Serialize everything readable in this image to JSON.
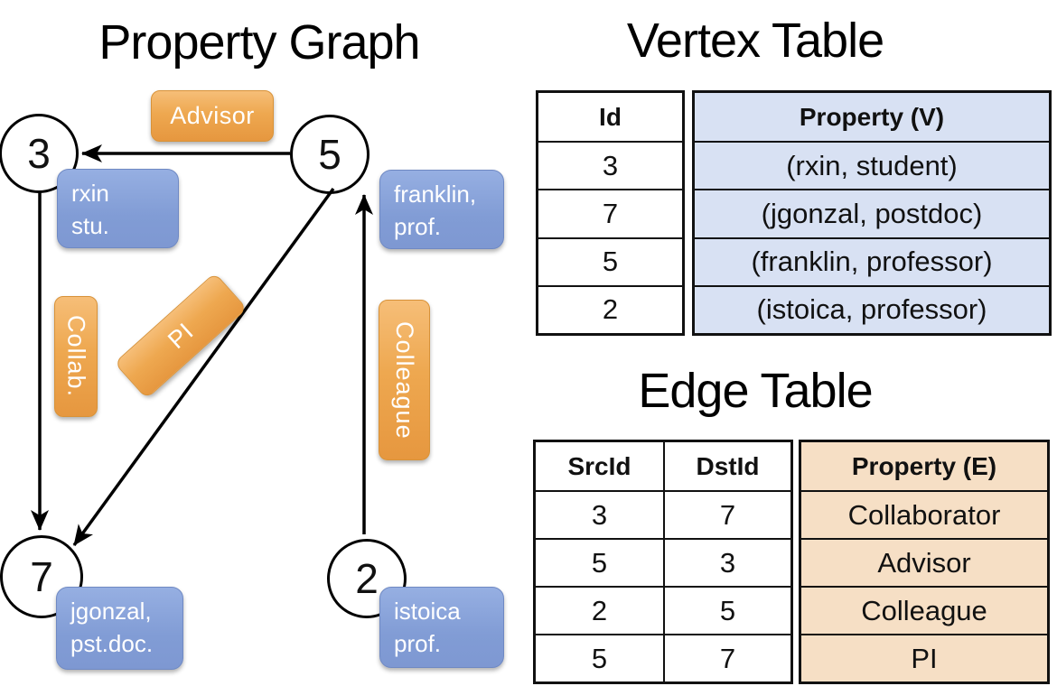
{
  "graph": {
    "title": "Property Graph",
    "nodes": {
      "n3": "3",
      "n5": "5",
      "n7": "7",
      "n2": "2"
    },
    "edge_labels": {
      "advisor": "Advisor",
      "collab": "Collab.",
      "pi": "PI",
      "colleague": "Colleague"
    },
    "node_properties": {
      "rxin": {
        "line1": "rxin",
        "line2": "stu."
      },
      "franklin": {
        "line1": "franklin,",
        "line2": "prof."
      },
      "jgonzal": {
        "line1": "jgonzal,",
        "line2": "pst.doc."
      },
      "istoica": {
        "line1": "istoica",
        "line2": "prof."
      }
    }
  },
  "vertex_table": {
    "title": "Vertex Table",
    "headers": {
      "id": "Id",
      "property": "Property (V)"
    },
    "rows": [
      {
        "id": "3",
        "property": "(rxin, student)"
      },
      {
        "id": "7",
        "property": "(jgonzal, postdoc)"
      },
      {
        "id": "5",
        "property": "(franklin, professor)"
      },
      {
        "id": "2",
        "property": "(istoica, professor)"
      }
    ]
  },
  "edge_table": {
    "title": "Edge Table",
    "headers": {
      "src": "SrcId",
      "dst": "DstId",
      "property": "Property (E)"
    },
    "rows": [
      {
        "src": "3",
        "dst": "7",
        "property": "Collaborator"
      },
      {
        "src": "5",
        "dst": "3",
        "property": "Advisor"
      },
      {
        "src": "2",
        "dst": "5",
        "property": "Colleague"
      },
      {
        "src": "5",
        "dst": "7",
        "property": "PI"
      }
    ]
  },
  "colors": {
    "edge_label_fill": "#EEA850",
    "vertex_prop_fill": "#819CD5",
    "vertex_table_cell": "#D8E1F3",
    "edge_table_cell": "#F6DFC5",
    "line": "#000000"
  }
}
